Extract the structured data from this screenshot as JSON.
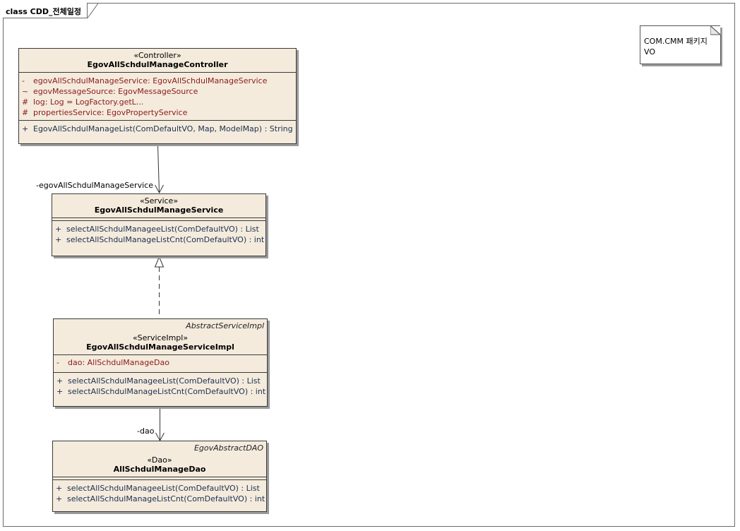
{
  "frame": {
    "title": "class CDD_전체일정"
  },
  "note": {
    "lines": [
      "COM.CMM 패키지",
      "VO"
    ]
  },
  "controller": {
    "stereotype": "«Controller»",
    "name": "EgovAllSchdulManageController",
    "attributes": [
      {
        "vis": "-",
        "text": "egovAllSchdulManageService:  EgovAllSchdulManageService"
      },
      {
        "vis": "~",
        "text": "egovMessageSource:  EgovMessageSource"
      },
      {
        "vis": "#",
        "text": "log:  Log = LogFactory.getL..."
      },
      {
        "vis": "#",
        "text": "propertiesService:  EgovPropertyService"
      }
    ],
    "operations": [
      {
        "vis": "+",
        "text": "EgovAllSchdulManageList(ComDefaultVO, Map, ModelMap) : String"
      }
    ]
  },
  "service": {
    "stereotype": "«Service»",
    "name": "EgovAllSchdulManageService",
    "operations": [
      {
        "vis": "+",
        "text": "selectAllSchdulManageeList(ComDefaultVO) : List"
      },
      {
        "vis": "+",
        "text": "selectAllSchdulManageListCnt(ComDefaultVO) : int"
      }
    ]
  },
  "service_impl": {
    "parent": "AbstractServiceImpl",
    "stereotype": "«ServiceImpl»",
    "name": "EgovAllSchdulManageServiceImpl",
    "attributes": [
      {
        "vis": "-",
        "text": "dao:  AllSchdulManageDao"
      }
    ],
    "operations": [
      {
        "vis": "+",
        "text": "selectAllSchdulManageeList(ComDefaultVO) : List"
      },
      {
        "vis": "+",
        "text": "selectAllSchdulManageListCnt(ComDefaultVO) : int"
      }
    ]
  },
  "dao": {
    "parent": "EgovAbstractDAO",
    "stereotype": "«Dao»",
    "name": "AllSchdulManageDao",
    "operations": [
      {
        "vis": "+",
        "text": "selectAllSchdulManageeList(ComDefaultVO) : List"
      },
      {
        "vis": "+",
        "text": "selectAllSchdulManageListCnt(ComDefaultVO) : int"
      }
    ]
  },
  "roles": {
    "service_role": "-egovAllSchdulManageService",
    "dao_role": "-dao"
  }
}
